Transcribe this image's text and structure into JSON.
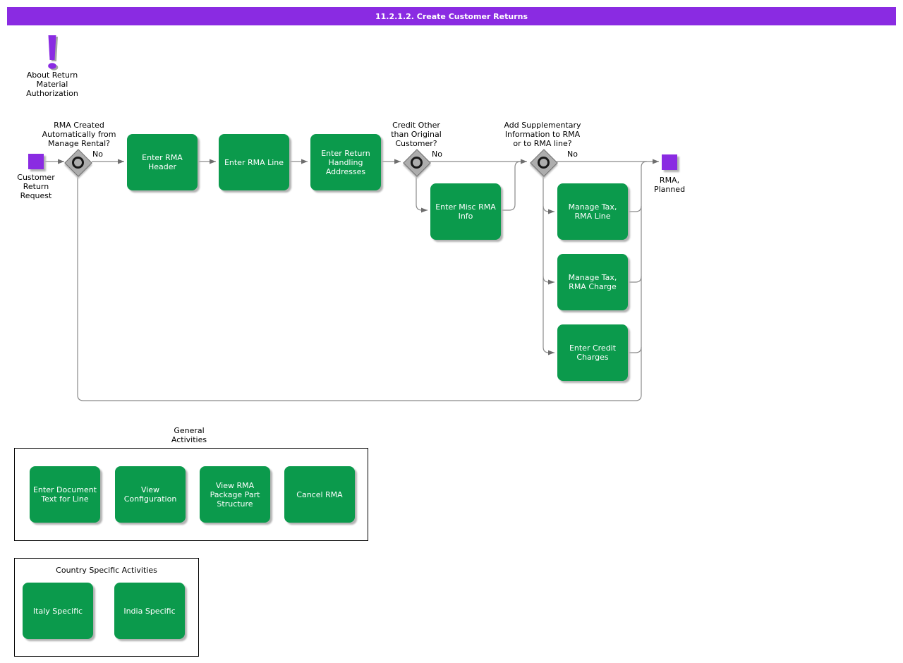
{
  "header": {
    "title": "11.2.1.2. Create Customer Returns"
  },
  "note": {
    "label": "About Return\nMaterial\nAuthorization"
  },
  "flow": {
    "start": {
      "label": "Customer\nReturn\nRequest"
    },
    "end": {
      "label": "RMA,\nPlanned"
    },
    "decisions": {
      "rma_created": {
        "question": "RMA Created\nAutomatically from\nManage Rental?",
        "branch_label": "No"
      },
      "credit_other": {
        "question": "Credit Other\nthan Original\nCustomer?",
        "branch_label": "No"
      },
      "add_supplementary": {
        "question": "Add Supplementary\nInformation to RMA\nor to RMA line?",
        "branch_label": "No"
      }
    },
    "activities": {
      "enter_rma_header": "Enter RMA\nHeader",
      "enter_rma_line": "Enter RMA Line",
      "enter_return_handling_addresses": "Enter Return\nHandling\nAddresses",
      "enter_misc_rma_info": "Enter Misc RMA\nInfo",
      "manage_tax_rma_line": "Manage Tax,\nRMA Line",
      "manage_tax_rma_charge": "Manage Tax,\nRMA Charge",
      "enter_credit_charges": "Enter Credit\nCharges"
    }
  },
  "general_activities": {
    "label": "General\nActivities",
    "items": [
      "Enter Document\nText for Line",
      "View\nConfiguration",
      "View RMA\nPackage Part\nStructure",
      "Cancel RMA"
    ]
  },
  "country_specific": {
    "label": "Country Specific Activities",
    "items": [
      "Italy Specific",
      "India Specific"
    ]
  },
  "colors": {
    "accent_purple": "#8A2BE2",
    "activity_green": "#0B9A4C",
    "connector_gray": "#8a8a8a"
  }
}
